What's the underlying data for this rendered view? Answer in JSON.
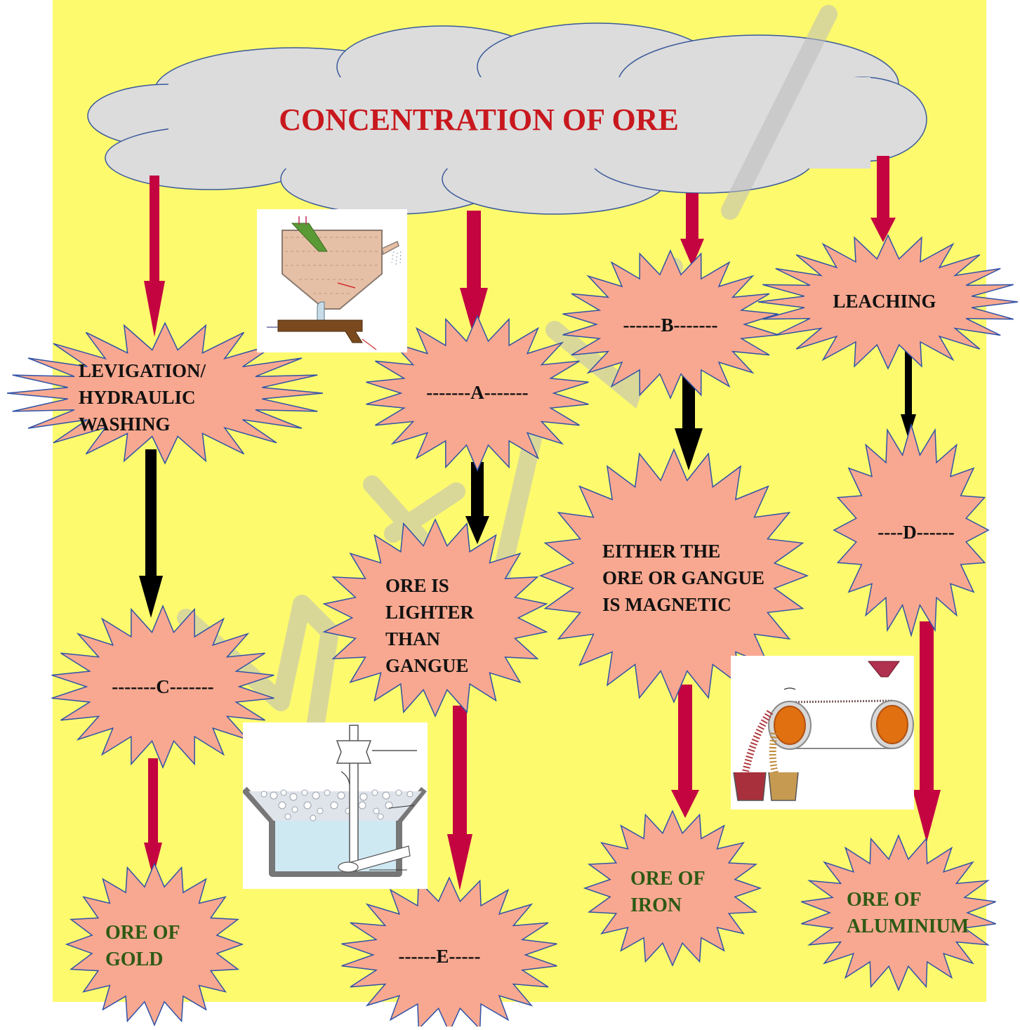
{
  "title": "CONCENTRATION OF ORE",
  "colors": {
    "background": "#fdfa6e",
    "cloud_fill": "#dcdcdc",
    "cloud_stroke": "#3a5a9a",
    "starburst_fill": "#f8a890",
    "starburst_stroke": "#2f52a8",
    "title_text": "#c8181e",
    "label_text": "#111111",
    "ore_text": "#2e5a14",
    "red_arrow": "#c40440",
    "black_arrow": "#000000"
  },
  "nodes": {
    "levigation": {
      "lines": [
        "LEVIGATION/",
        "HYDRAULIC",
        "WASHING"
      ]
    },
    "a": {
      "lines": [
        "-------A-------"
      ]
    },
    "b": {
      "lines": [
        "------B-------"
      ]
    },
    "leaching": {
      "lines": [
        "LEACHING"
      ]
    },
    "c": {
      "lines": [
        "-------C-------"
      ]
    },
    "ore_lighter": {
      "lines": [
        "ORE IS",
        "LIGHTER",
        "THAN",
        "GANGUE"
      ]
    },
    "magnetic": {
      "lines": [
        "EITHER THE",
        "ORE OR GANGUE",
        "IS MAGNETIC"
      ]
    },
    "d": {
      "lines": [
        "----D------"
      ]
    },
    "gold": {
      "lines": [
        "ORE OF",
        "GOLD"
      ]
    },
    "e": {
      "lines": [
        "------E-----"
      ]
    },
    "iron": {
      "lines": [
        "ORE OF",
        " IRON"
      ]
    },
    "aluminium": {
      "lines": [
        "ORE OF",
        "ALUMINIUM"
      ]
    }
  },
  "images": {
    "hydraulic_classifier": "hydraulic-classifier-illustration",
    "froth_flotation": "froth-flotation-tank-illustration",
    "magnetic_separator": "magnetic-separator-illustration"
  },
  "watermark": "SVM EDU DIG"
}
